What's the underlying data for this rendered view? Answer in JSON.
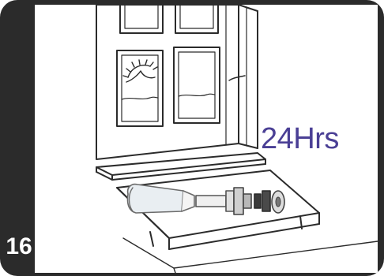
{
  "step": {
    "number": "16"
  },
  "instruction": {
    "duration": "24Hrs"
  },
  "illustration": {
    "subject": "window-sill-with-disassembled-part",
    "line_color": "#2b2b2b",
    "label_color": "#4a3f95",
    "frame_color": "#2b2b2b"
  }
}
